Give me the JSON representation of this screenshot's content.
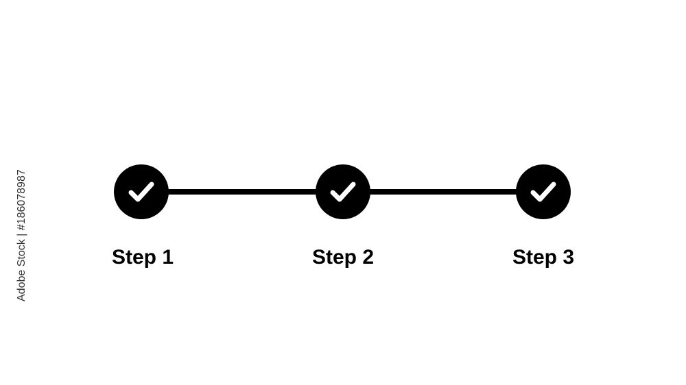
{
  "steps": [
    {
      "label": "Step 1",
      "completed": true,
      "icon": "check-icon"
    },
    {
      "label": "Step 2",
      "completed": true,
      "icon": "check-icon"
    },
    {
      "label": "Step 3",
      "completed": true,
      "icon": "check-icon"
    }
  ],
  "watermark": {
    "stock_id": "Adobe Stock | #186078987"
  },
  "colors": {
    "circle": "#000000",
    "check": "#ffffff",
    "connector": "#000000",
    "text": "#000000",
    "background": "#ffffff"
  }
}
